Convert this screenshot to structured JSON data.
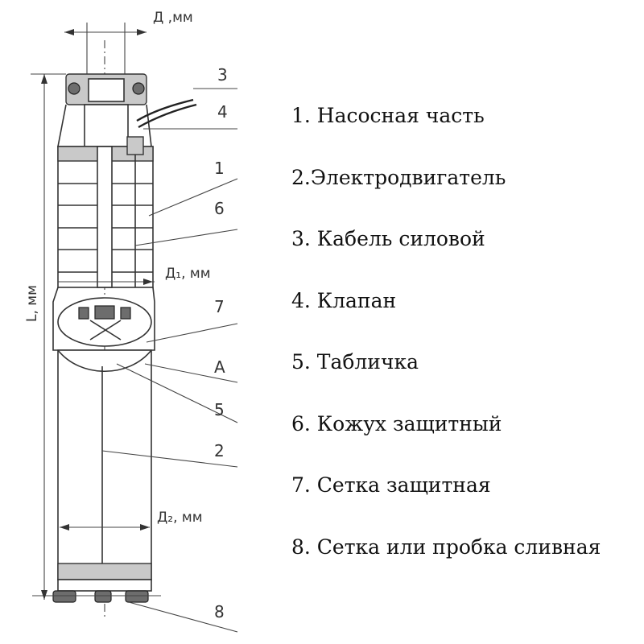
{
  "diagram": {
    "callouts": [
      "3",
      "4",
      "1",
      "6",
      "7",
      "A",
      "5",
      "2",
      "8"
    ],
    "dimensions": {
      "top_diameter": "Д ,мм",
      "shroud_diameter": "Д₁, мм",
      "motor_diameter": "Д₂, мм",
      "length": "L, мм"
    }
  },
  "legend": [
    "1. Насосная часть",
    "2.Электродвигатель",
    "3. Кабель силовой",
    "4. Клапан",
    "5. Табличка",
    "6. Кожух защитный",
    "7. Сетка защитная",
    "8. Сетка или пробка сливная"
  ]
}
